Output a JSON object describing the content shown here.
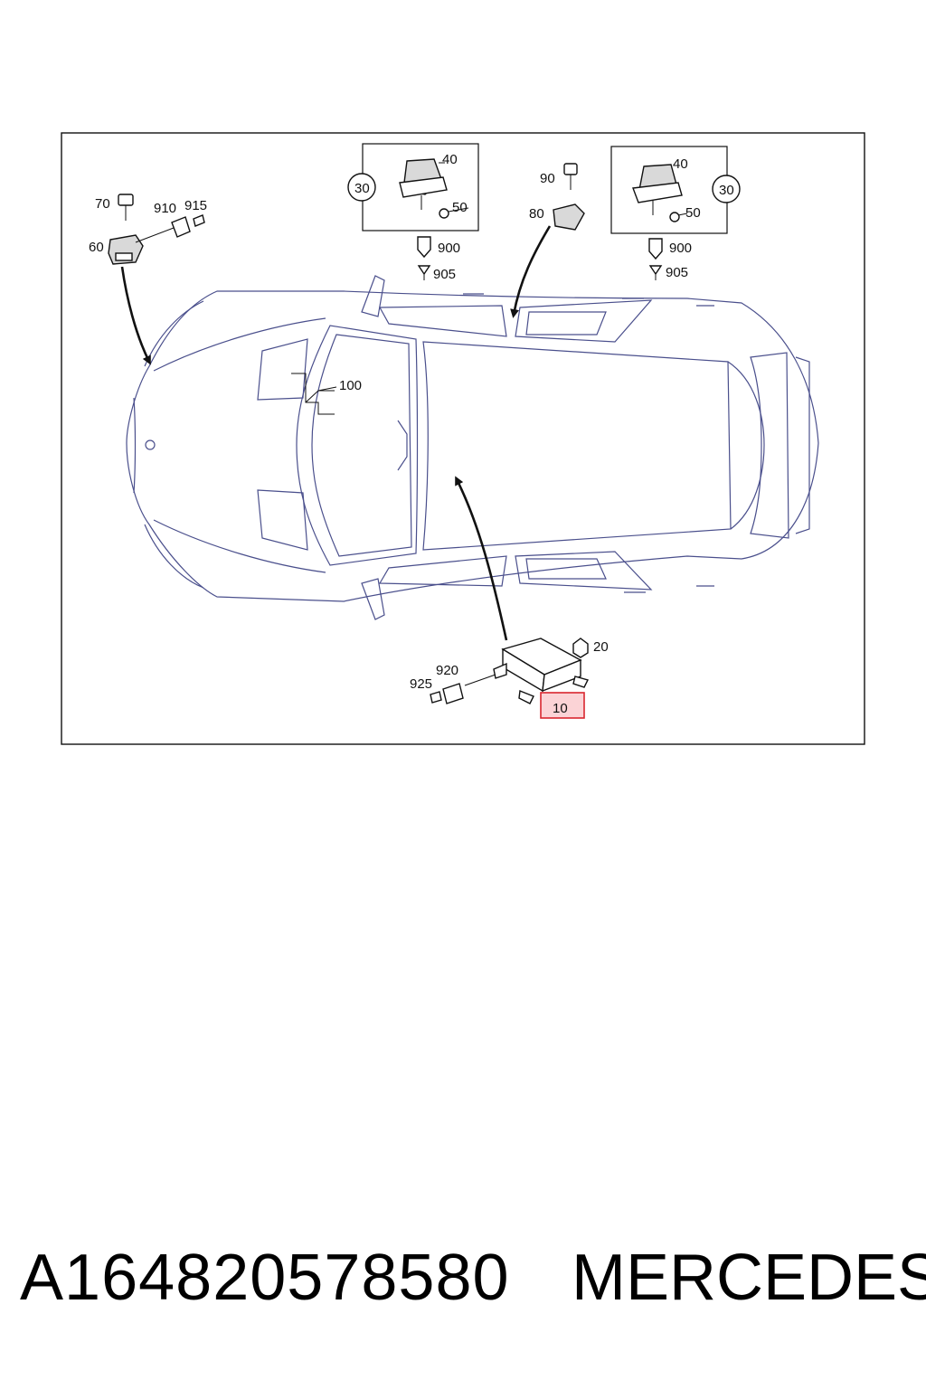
{
  "diagram": {
    "callouts": {
      "c10": "10",
      "c20": "20",
      "c30_left": "30",
      "c30_right": "30",
      "c40_left": "40",
      "c40_right": "40",
      "c50_left": "50",
      "c50_right": "50",
      "c60": "60",
      "c70": "70",
      "c80": "80",
      "c90": "90",
      "c100": "100",
      "c900_left": "900",
      "c900_right": "900",
      "c905_left": "905",
      "c905_right": "905",
      "c910": "910",
      "c915": "915",
      "c920": "920",
      "c925": "925"
    },
    "highlight_color": "#d9262e",
    "highlight_fill": "#fbd3d6",
    "car_line_color": "#4a4f8c"
  },
  "footer": {
    "part_number": "A164820578580",
    "brand": "MERCEDES"
  }
}
